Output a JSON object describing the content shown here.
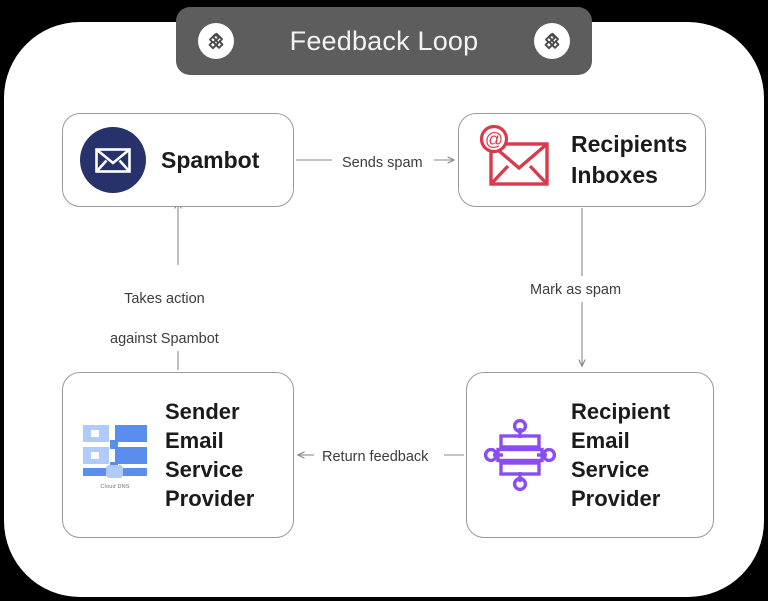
{
  "header": {
    "title": "Feedback Loop",
    "left_logo_icon": "interlocking-links-logo-icon",
    "right_logo_icon": "interlocking-links-logo-icon",
    "background_color": "#5d5d5d",
    "text_color": "#f2f2f2"
  },
  "board": {
    "background_color": "#ffffff",
    "page_background_color": "#000000"
  },
  "diagram": {
    "type": "flowchart",
    "nodes": [
      {
        "id": "spambot",
        "label": "Spambot",
        "icon": "envelope-in-navy-circle-icon",
        "icon_color": "#27316a",
        "position": "top-left"
      },
      {
        "id": "recipients_inboxes",
        "label": "Recipients\nInboxes",
        "label_line1": "Recipients",
        "label_line2": "Inboxes",
        "icon": "at-envelope-icon",
        "icon_color": "#d93a4e",
        "position": "top-right"
      },
      {
        "id": "sender_esp",
        "label": "Sender\nEmail\nService\nProvider",
        "label_line1": "Sender",
        "label_line2": "Email",
        "label_line3": "Service",
        "label_line4": "Provider",
        "icon": "cloud-dns-server-icon",
        "icon_color": "#5b8def",
        "icon_caption": "Cloud DNS",
        "position": "bottom-left"
      },
      {
        "id": "recipient_esp",
        "label": "Recipient\nEmail\nService\nProvider",
        "label_line1": "Recipient",
        "label_line2": "Email",
        "label_line3": "Service",
        "label_line4": "Provider",
        "icon": "purple-server-network-icon",
        "icon_color": "#8b4df0",
        "position": "bottom-right"
      }
    ],
    "edges": [
      {
        "id": "sends_spam",
        "label": "Sends spam",
        "from": "spambot",
        "to": "recipients_inboxes",
        "direction": "right"
      },
      {
        "id": "mark_as_spam",
        "label": "Mark as spam",
        "from": "recipients_inboxes",
        "to": "recipient_esp",
        "direction": "down"
      },
      {
        "id": "return_feedback",
        "label": "Return feedback",
        "from": "recipient_esp",
        "to": "sender_esp",
        "direction": "left"
      },
      {
        "id": "takes_action",
        "label": "Takes action\nagainst Spambot",
        "label_line1": "Takes action",
        "label_line2": "against Spambot",
        "from": "sender_esp",
        "to": "spambot",
        "direction": "up"
      }
    ],
    "line_color": "#8a8a8a"
  }
}
